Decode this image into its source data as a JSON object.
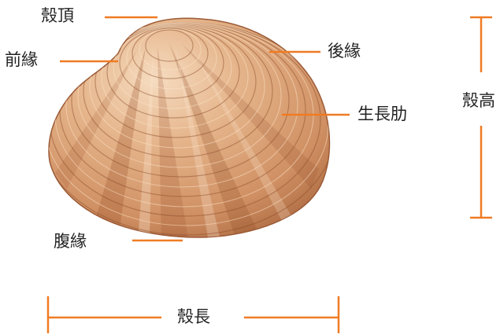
{
  "labels": {
    "apex": "殼頂",
    "front_margin": "前緣",
    "rear_margin": "後緣",
    "growth_ridges": "生長肋",
    "shell_height": "殼高",
    "ventral_margin": "腹緣",
    "shell_length": "殼長"
  },
  "colors": {
    "pointer_line": "#f07b23",
    "label_text": "#222222",
    "shell_base": "#d99a6c",
    "shell_band": "#a8582e",
    "shell_highlight": "#f3d6b8"
  }
}
